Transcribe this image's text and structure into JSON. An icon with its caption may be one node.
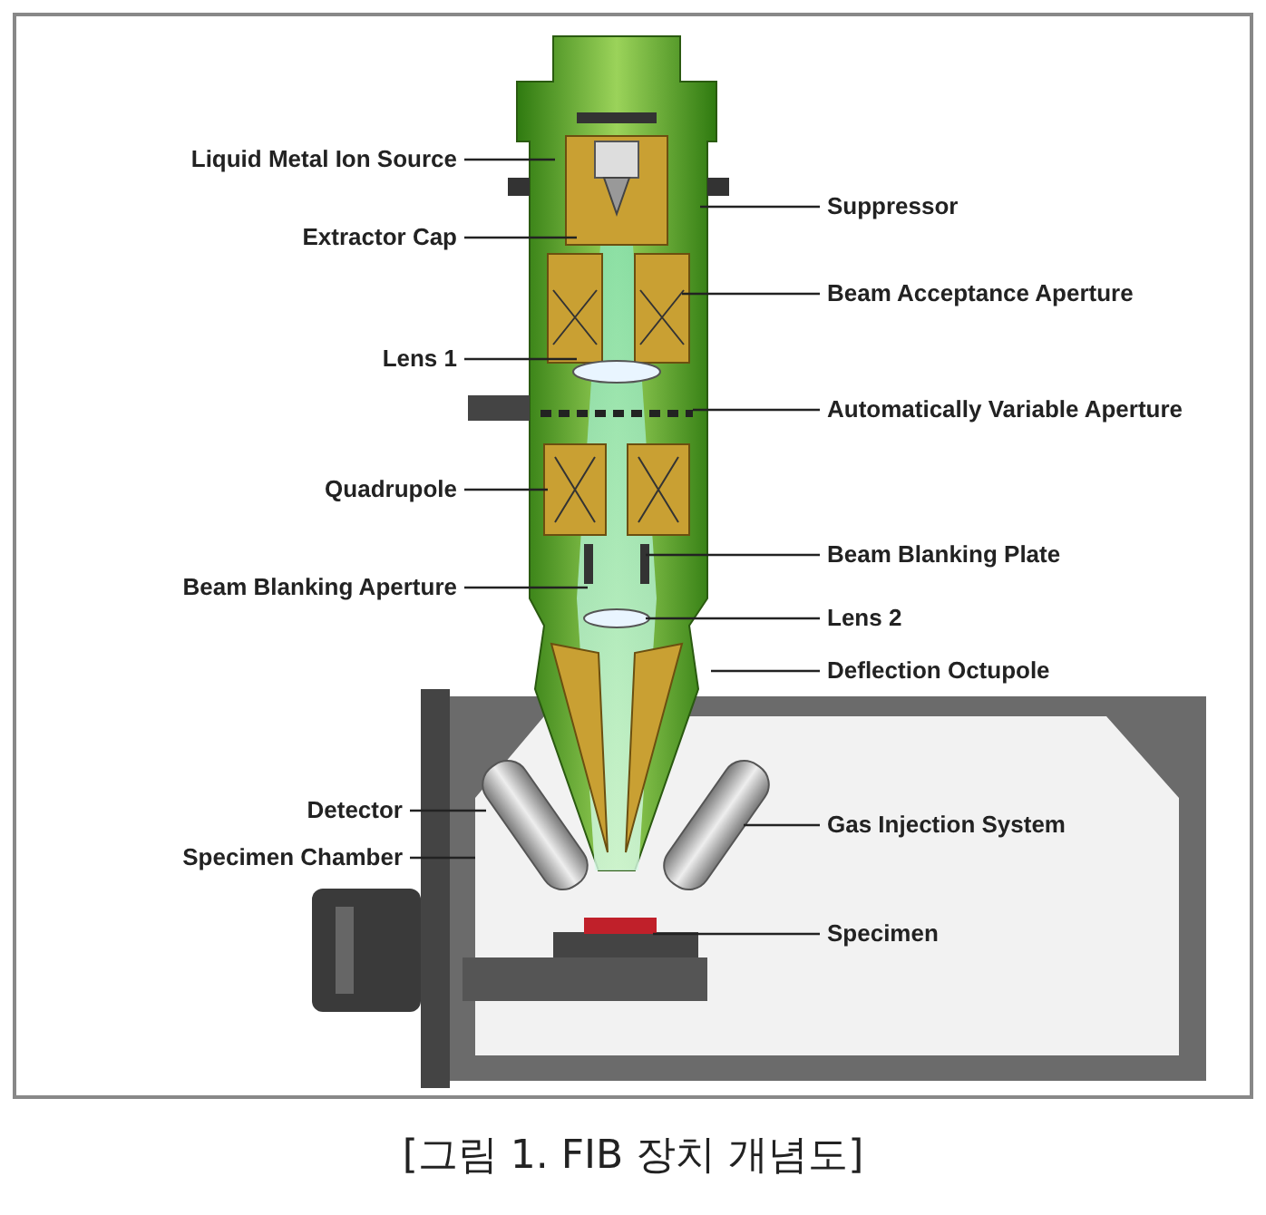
{
  "diagram": {
    "caption": "[그림 1. FIB 장치 개념도]",
    "nodes": [
      {
        "text": [
          "Liquid Metal Ion Source"
        ]
      },
      {
        "text": [
          "Suppressor"
        ]
      },
      {
        "text": [
          "Extractor Cap"
        ]
      },
      {
        "text": [
          "Beam Acceptance Aperture"
        ]
      },
      {
        "text": [
          "Lens 1"
        ]
      },
      {
        "text": [
          "Automatically Variable Aperture"
        ]
      },
      {
        "text": [
          "Quadrupole"
        ]
      },
      {
        "text": [
          "Beam Blanking Plate"
        ]
      },
      {
        "text": [
          "Beam Blanking Aperture"
        ]
      },
      {
        "text": [
          "Lens 2"
        ]
      },
      {
        "text": [
          "Deflection Octupole"
        ]
      },
      {
        "text": [
          "Detector"
        ]
      },
      {
        "text": [
          "Gas Injection System"
        ]
      },
      {
        "text": [
          "Specimen Chamber"
        ]
      },
      {
        "text": [
          "Specimen"
        ]
      }
    ],
    "edges": [
      {
        "from": 0,
        "to": null,
        "arrow": "none"
      },
      {
        "from": 1,
        "to": null,
        "arrow": "none"
      },
      {
        "from": 2,
        "to": null,
        "arrow": "none"
      },
      {
        "from": 3,
        "to": null,
        "arrow": "none"
      },
      {
        "from": 4,
        "to": null,
        "arrow": "none"
      },
      {
        "from": 5,
        "to": null,
        "arrow": "none"
      },
      {
        "from": 6,
        "to": null,
        "arrow": "none"
      },
      {
        "from": 7,
        "to": null,
        "arrow": "none"
      },
      {
        "from": 8,
        "to": null,
        "arrow": "none"
      },
      {
        "from": 9,
        "to": null,
        "arrow": "none"
      },
      {
        "from": 10,
        "to": null,
        "arrow": "none"
      },
      {
        "from": 11,
        "to": null,
        "arrow": "none"
      },
      {
        "from": 12,
        "to": null,
        "arrow": "none"
      },
      {
        "from": 13,
        "to": null,
        "arrow": "none"
      },
      {
        "from": 14,
        "to": null,
        "arrow": "none"
      }
    ]
  }
}
